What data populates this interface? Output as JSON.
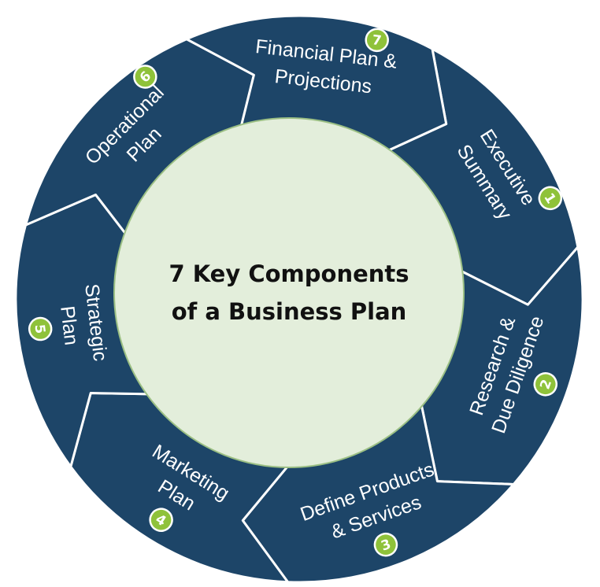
{
  "center": {
    "title_line1": "7 Key Components",
    "title_line2": "of a Business Plan"
  },
  "components": [
    {
      "number": "1",
      "line1": "Executive",
      "line2": "Summary"
    },
    {
      "number": "2",
      "line1": "Research &",
      "line2": "Due Diligence"
    },
    {
      "number": "3",
      "line1": "Define Products",
      "line2": "& Services"
    },
    {
      "number": "4",
      "line1": "Marketing",
      "line2": "Plan"
    },
    {
      "number": "5",
      "line1": "Strategic",
      "line2": "Plan"
    },
    {
      "number": "6",
      "line1": "Operational",
      "line2": "Plan"
    },
    {
      "number": "7",
      "line1": "Financial Plan &",
      "line2": "Projections"
    }
  ],
  "colors": {
    "segment": "#1d4568",
    "badge": "#8fc23a",
    "center_fill": "#e3eedb"
  }
}
